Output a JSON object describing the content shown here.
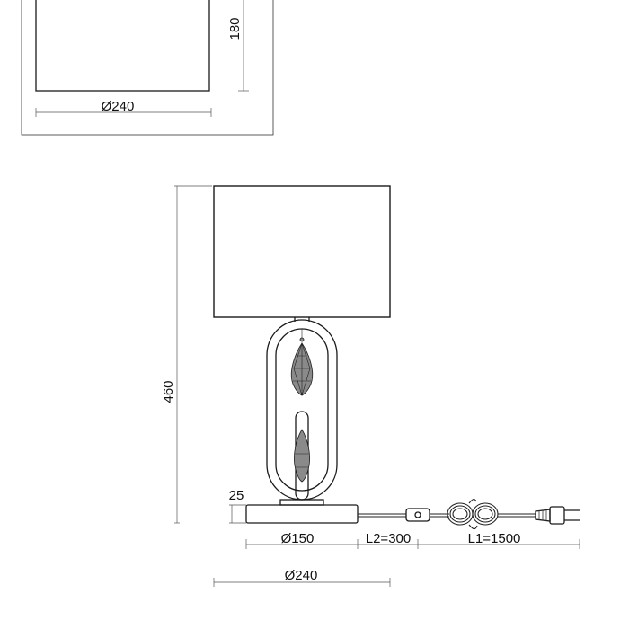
{
  "top_view": {
    "diameter_label": "Ø240",
    "height_label": "180"
  },
  "front_view": {
    "total_height_label": "460",
    "base_height_label": "25",
    "base_diameter_label": "Ø150",
    "cord_l2_label": "L2=300",
    "cord_l1_label": "L1=1500",
    "shade_diameter_label": "Ø240"
  }
}
